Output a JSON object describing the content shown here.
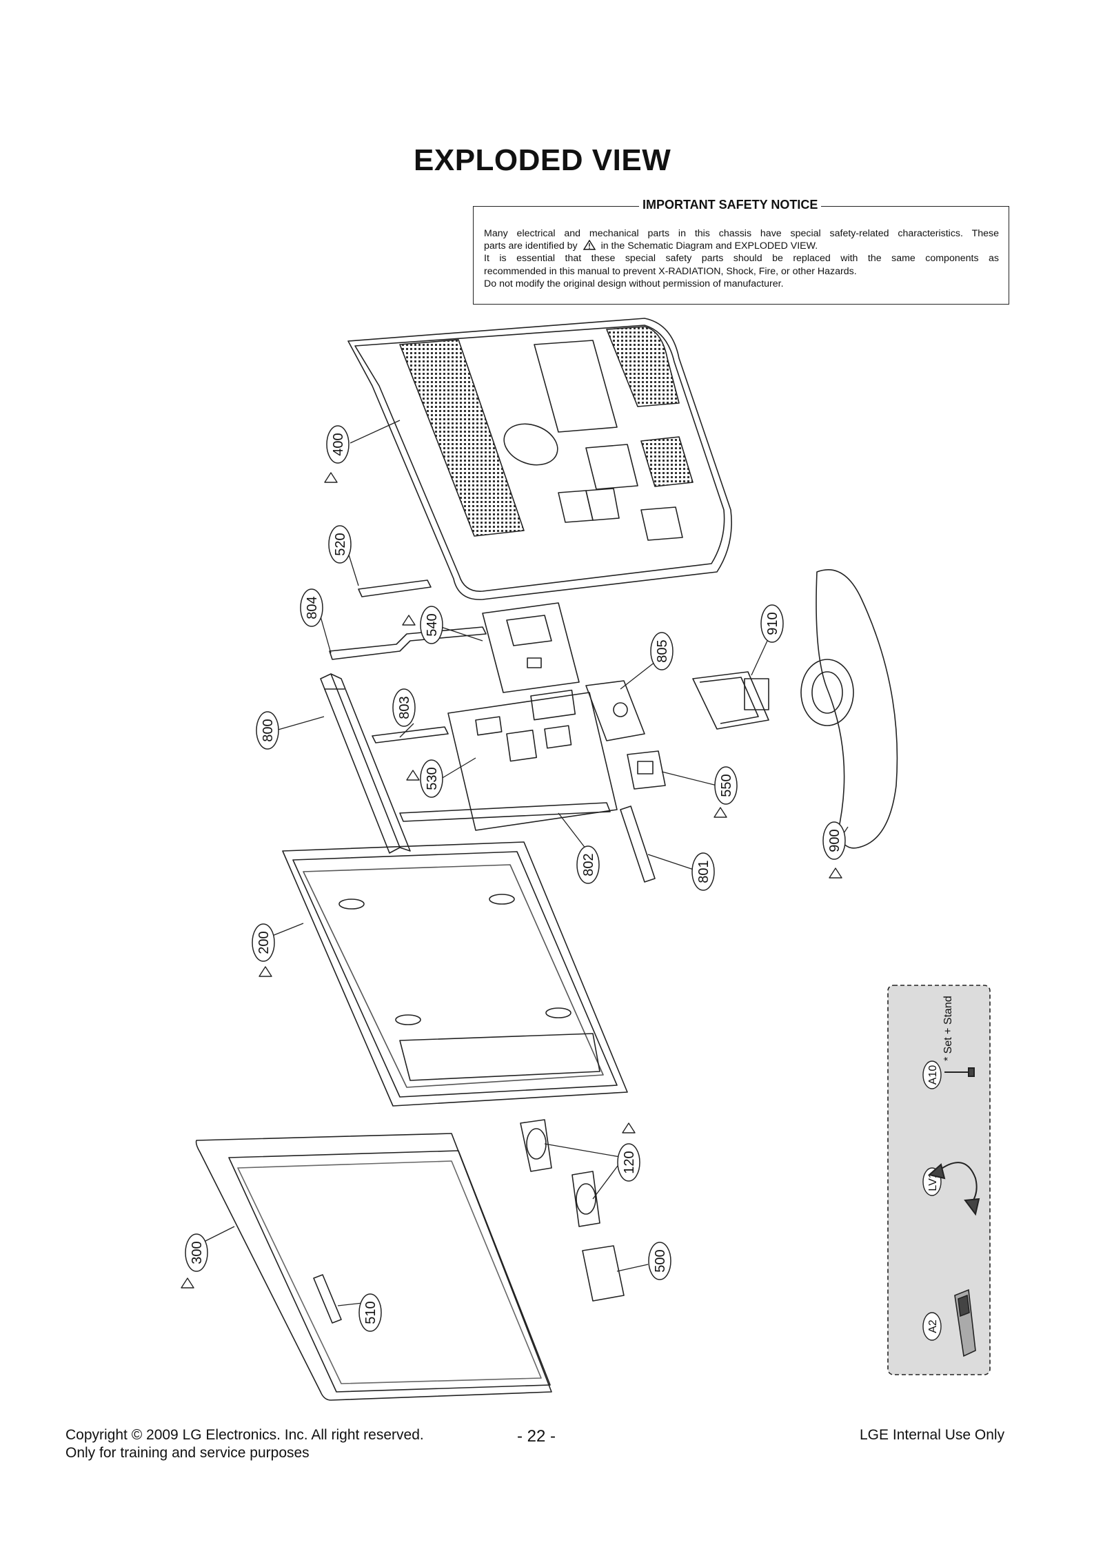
{
  "title": "EXPLODED VIEW",
  "safety_notice": {
    "heading": "IMPORTANT SAFETY NOTICE",
    "line1": "Many electrical and mechanical parts in this chassis have special safety-related characteristics. These",
    "line2_before_icon": "parts are identified by",
    "line2_after_icon": "in the Schematic Diagram and EXPLODED VIEW.",
    "line3": "It is essential that these special safety parts should be replaced with the same components as",
    "line4": "recommended in this manual to prevent X-RADIATION, Shock, Fire, or other Hazards.",
    "line5": "Do not modify the original design without permission of manufacturer.",
    "icon": "warning-triangle-icon"
  },
  "part_callouts": [
    "400",
    "520",
    "540",
    "804",
    "800",
    "803",
    "530",
    "805",
    "910",
    "550",
    "900",
    "802",
    "801",
    "200",
    "120",
    "300",
    "500",
    "510"
  ],
  "accessories": {
    "A10": "A10",
    "A10_note": "* Set + Stand",
    "LV1": "LV1",
    "A2": "A2"
  },
  "footer": {
    "copyright": "Copyright © 2009 LG Electronics. Inc. All right reserved.",
    "training": "Only for training and service purposes",
    "page_number": "- 22 -",
    "internal": "LGE Internal Use Only"
  }
}
